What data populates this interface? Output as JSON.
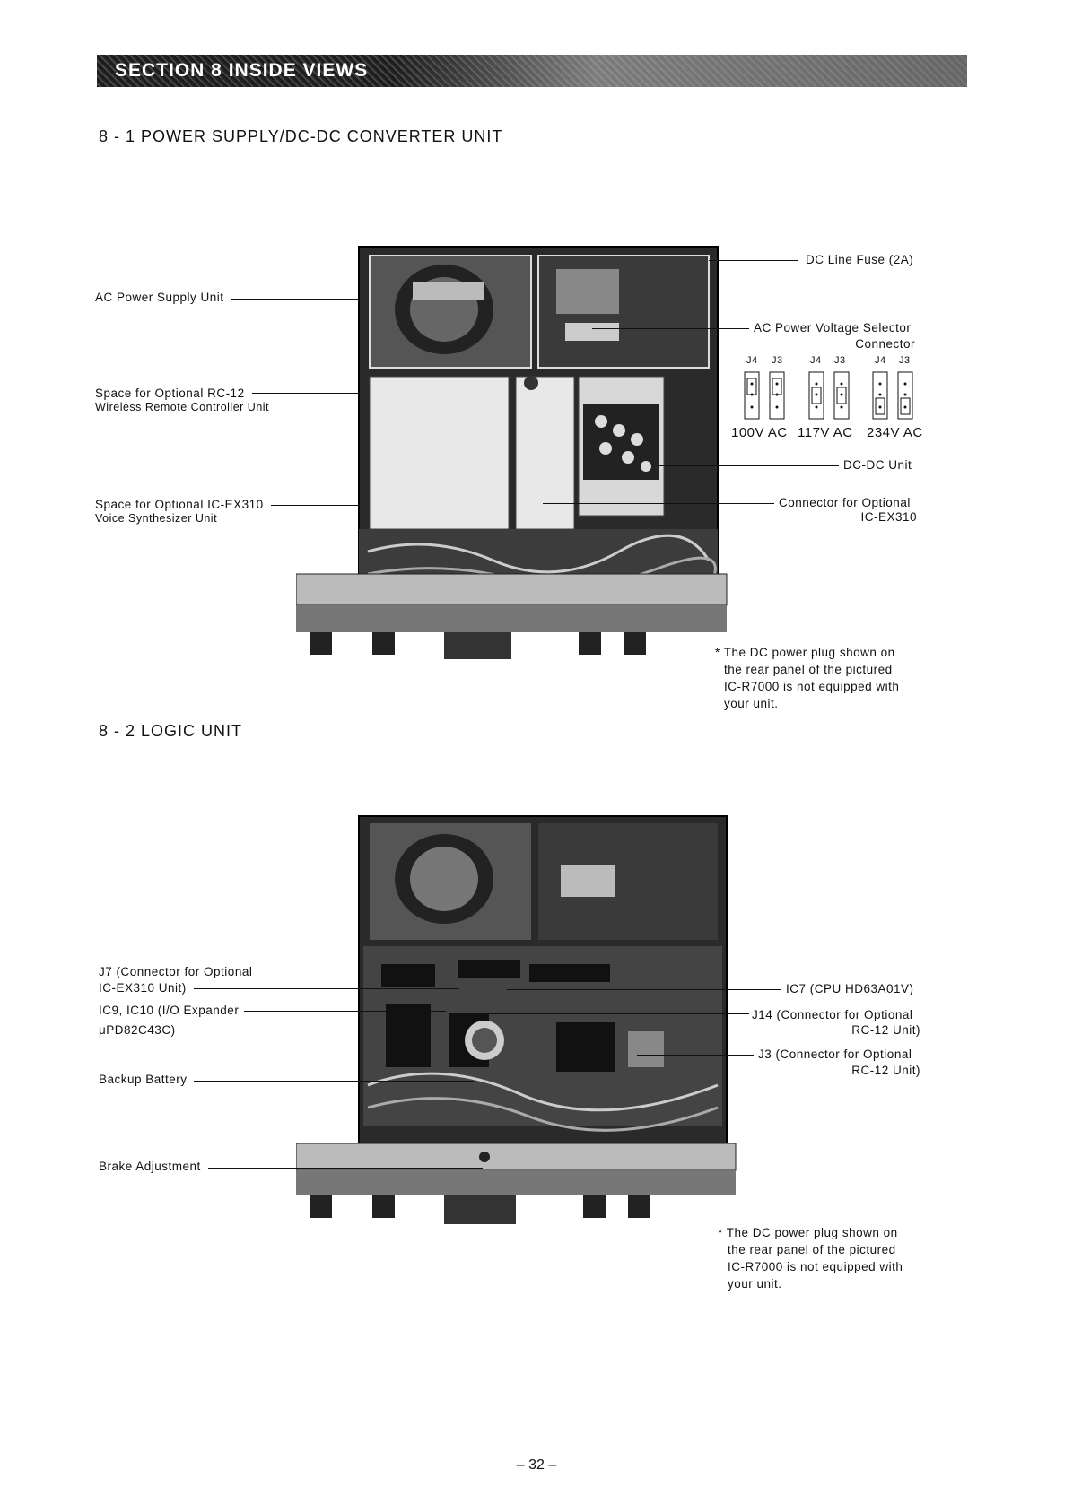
{
  "header": {
    "banner_text": "SECTION 8 INSIDE VIEWS"
  },
  "section1": {
    "title": "8 - 1 POWER SUPPLY/DC-DC CONVERTER UNIT",
    "labels": {
      "ac_power_supply": "AC Power Supply Unit",
      "rc12_space_1": "Space for Optional RC-12",
      "rc12_space_2": "Wireless Remote Controller Unit",
      "ex310_space_1": "Space for Optional IC-EX310",
      "ex310_space_2": "Voice Synthesizer Unit",
      "dc_line_fuse": "DC Line Fuse (2A)",
      "voltage_selector_1": "AC Power Voltage Selector",
      "voltage_selector_2": "Connector",
      "dcdc_unit": "DC-DC Unit",
      "ex310_connector_1": "Connector for Optional",
      "ex310_connector_2": "IC-EX310"
    },
    "selector": {
      "j4": "J4",
      "j3": "J3",
      "voltages": [
        "100V AC",
        "117V AC",
        "234V AC"
      ]
    },
    "note": [
      "* The DC power plug shown on",
      "the rear panel of the pictured",
      "IC-R7000 is not equipped with",
      "your unit."
    ]
  },
  "section2": {
    "title": "8 - 2 LOGIC UNIT",
    "labels": {
      "j7_1": "J7 (Connector for Optional",
      "j7_2": "IC-EX310 Unit)",
      "ic9_1": "IC9, IC10 (I/O Expander",
      "ic9_2": "μPD82C43C)",
      "backup_battery": "Backup Battery",
      "brake_adjustment": "Brake Adjustment",
      "ic7": "IC7 (CPU HD63A01V)",
      "j14_1": "J14 (Connector for Optional",
      "j14_2": "RC-12 Unit)",
      "j3_1": "J3 (Connector for Optional",
      "j3_2": "RC-12 Unit)"
    },
    "note": [
      "* The DC power plug shown on",
      "the rear panel of the pictured",
      "IC-R7000 is not equipped with",
      "your unit."
    ]
  },
  "footer": {
    "page_number": "– 32 –"
  }
}
